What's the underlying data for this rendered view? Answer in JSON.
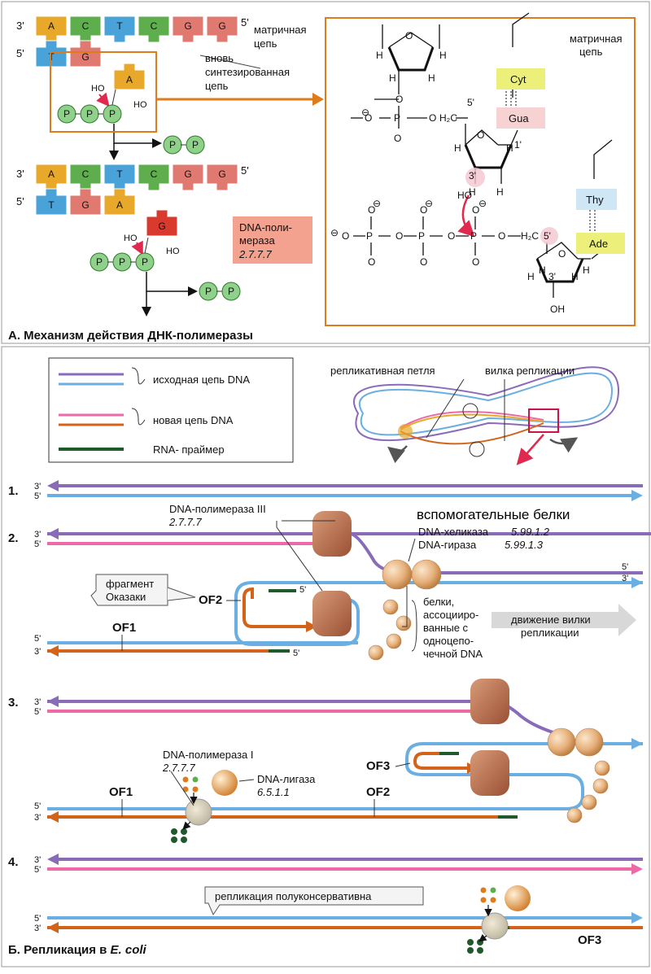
{
  "panelA": {
    "title": "А. Механизм действия ДНК-полимеразы",
    "template_label": "матричная\nцепь",
    "new_strand_label": "вновь\nсинтезированная\nцепь",
    "enzyme_name": "DNA-поли-\nмераза",
    "enzyme_ec": "2.7.7.7",
    "end_3": "3'",
    "end_5": "5'",
    "top": {
      "template_bases": [
        "A",
        "C",
        "T",
        "C",
        "G",
        "G"
      ],
      "new_bases": [
        "T",
        "G"
      ],
      "incoming_base": "A"
    },
    "bottom": {
      "template_bases": [
        "A",
        "C",
        "T",
        "C",
        "G",
        "G"
      ],
      "new_bases": [
        "T",
        "G",
        "A"
      ],
      "incoming_base": "G"
    },
    "phosphate": "P",
    "oh": "HO",
    "oh_right": "HO",
    "colors": {
      "A": "#e8a82a",
      "C": "#5fae4e",
      "T": "#4aa3d8",
      "G": "#e07a70",
      "G_incoming": "#d83a2e",
      "phosphate": "#8fd08a",
      "frame": "#e07b1c"
    },
    "detail": {
      "template_label": "матричная\nцепь",
      "base_pair_1": [
        "Cyt",
        "Gua"
      ],
      "base_pair_2": [
        "Thy",
        "Ade"
      ],
      "labels": {
        "O": "O",
        "H": "H",
        "P": "P",
        "OH": "OH",
        "HO": "HO",
        "CH2": "H₂C",
        "prime_5": "5'",
        "prime_3": "3'",
        "prime_1": "1'",
        "minus": "⊖"
      }
    }
  },
  "panelB": {
    "title_prefix": "Б. Репликация в ",
    "title_species": "E. coli",
    "legend": {
      "parent": "исходная цепь DNA",
      "new": "новая цепь DNA",
      "primer": "RNA- праймер"
    },
    "bubble_labels": {
      "loop": "репликативная петля",
      "fork": "вилка репликации"
    },
    "steps": [
      "1.",
      "2.",
      "3.",
      "4."
    ],
    "step2": {
      "pol3": "DNA-полимераза III",
      "pol3_ec": "2.7.7.7",
      "helper": "вспомогательные белки",
      "helicase": "DNA-хеликаза",
      "helicase_ec": "5.99.1.2",
      "gyrase": "DNA-гираза",
      "gyrase_ec": "5.99.1.3",
      "okazaki": "фрагмент\nОказаки",
      "of2": "OF2",
      "of1": "OF1",
      "ssb": "белки,\nассоцииро-\nванные с\nодноцепо-\nчечной DNA",
      "fork_move": "движение вилки\nрепликации"
    },
    "step3": {
      "pol1": "DNA-полимераза I",
      "pol1_ec": "2.7.7.7",
      "ligase": "DNA-лигаза",
      "ligase_ec": "6.5.1.1",
      "of1": "OF1",
      "of2": "OF2",
      "of3": "OF3"
    },
    "step4": {
      "note": "репликация полуконсервативна",
      "of3": "OF3"
    },
    "colors": {
      "parent_a": "#8a6bb8",
      "parent_b": "#6aaee2",
      "new_a": "#ee6aa6",
      "new_b": "#d4631a",
      "primer": "#1f5a2a",
      "protein": "#b06a4a"
    }
  }
}
